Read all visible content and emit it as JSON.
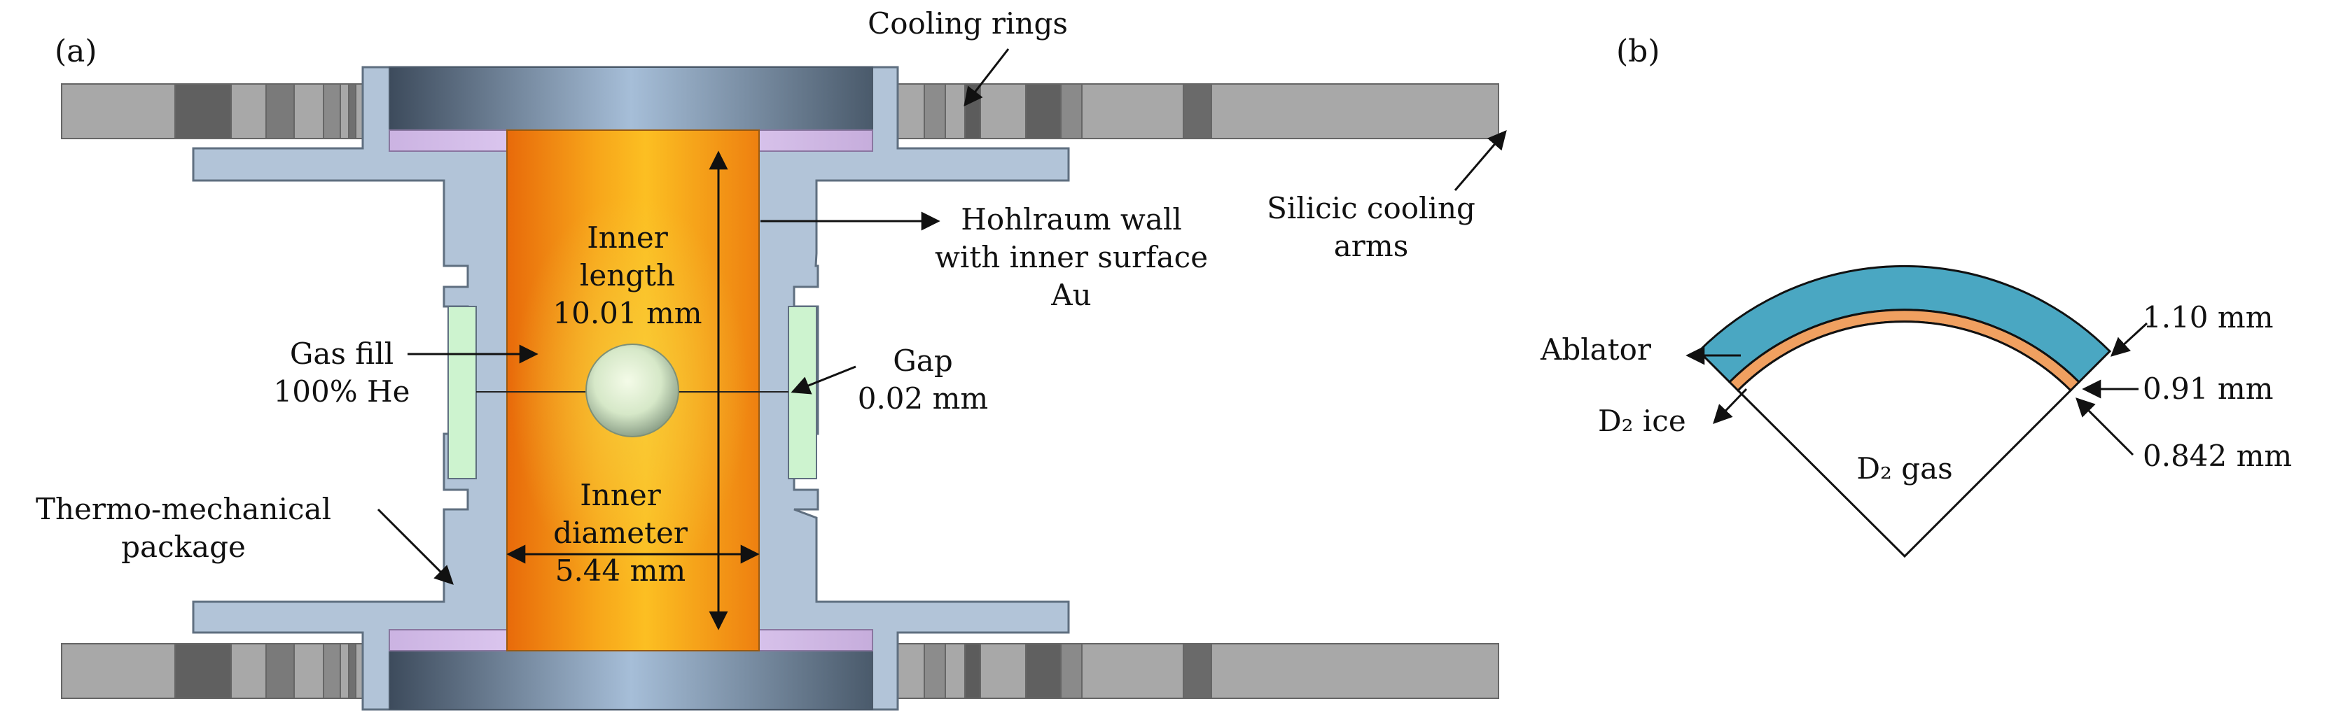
{
  "panel_a": {
    "tag": "(a)",
    "cooling_rings": "Cooling rings",
    "silicic_arms": [
      "Silicic cooling",
      "arms"
    ],
    "hohlraum_wall": [
      "Hohlraum wall",
      "with inner surface",
      "Au"
    ],
    "inner_length": [
      "Inner",
      "length",
      "10.01 mm"
    ],
    "gas_fill": [
      "Gas fill",
      "100% He"
    ],
    "gap": [
      "Gap",
      "0.02 mm"
    ],
    "inner_diameter": [
      "Inner",
      "diameter",
      "5.44 mm"
    ],
    "package": [
      "Thermo-mechanical",
      "package"
    ]
  },
  "panel_b": {
    "tag": "(b)",
    "ablator": "Ablator",
    "ice": "D₂ ice",
    "gas": "D₂ gas",
    "dims": [
      "1.10 mm",
      "0.91 mm",
      "0.842 mm"
    ]
  },
  "colors": {
    "package": "#b2c4d8",
    "package_edge": "#5f6f80",
    "hohlraum": "#f5a21c",
    "ablator": "#4aa7c2",
    "ice": "#f0a060",
    "gap_window": "#cdf3cf",
    "lid": "#e0c8f4",
    "arm": "#a8a8a8"
  }
}
